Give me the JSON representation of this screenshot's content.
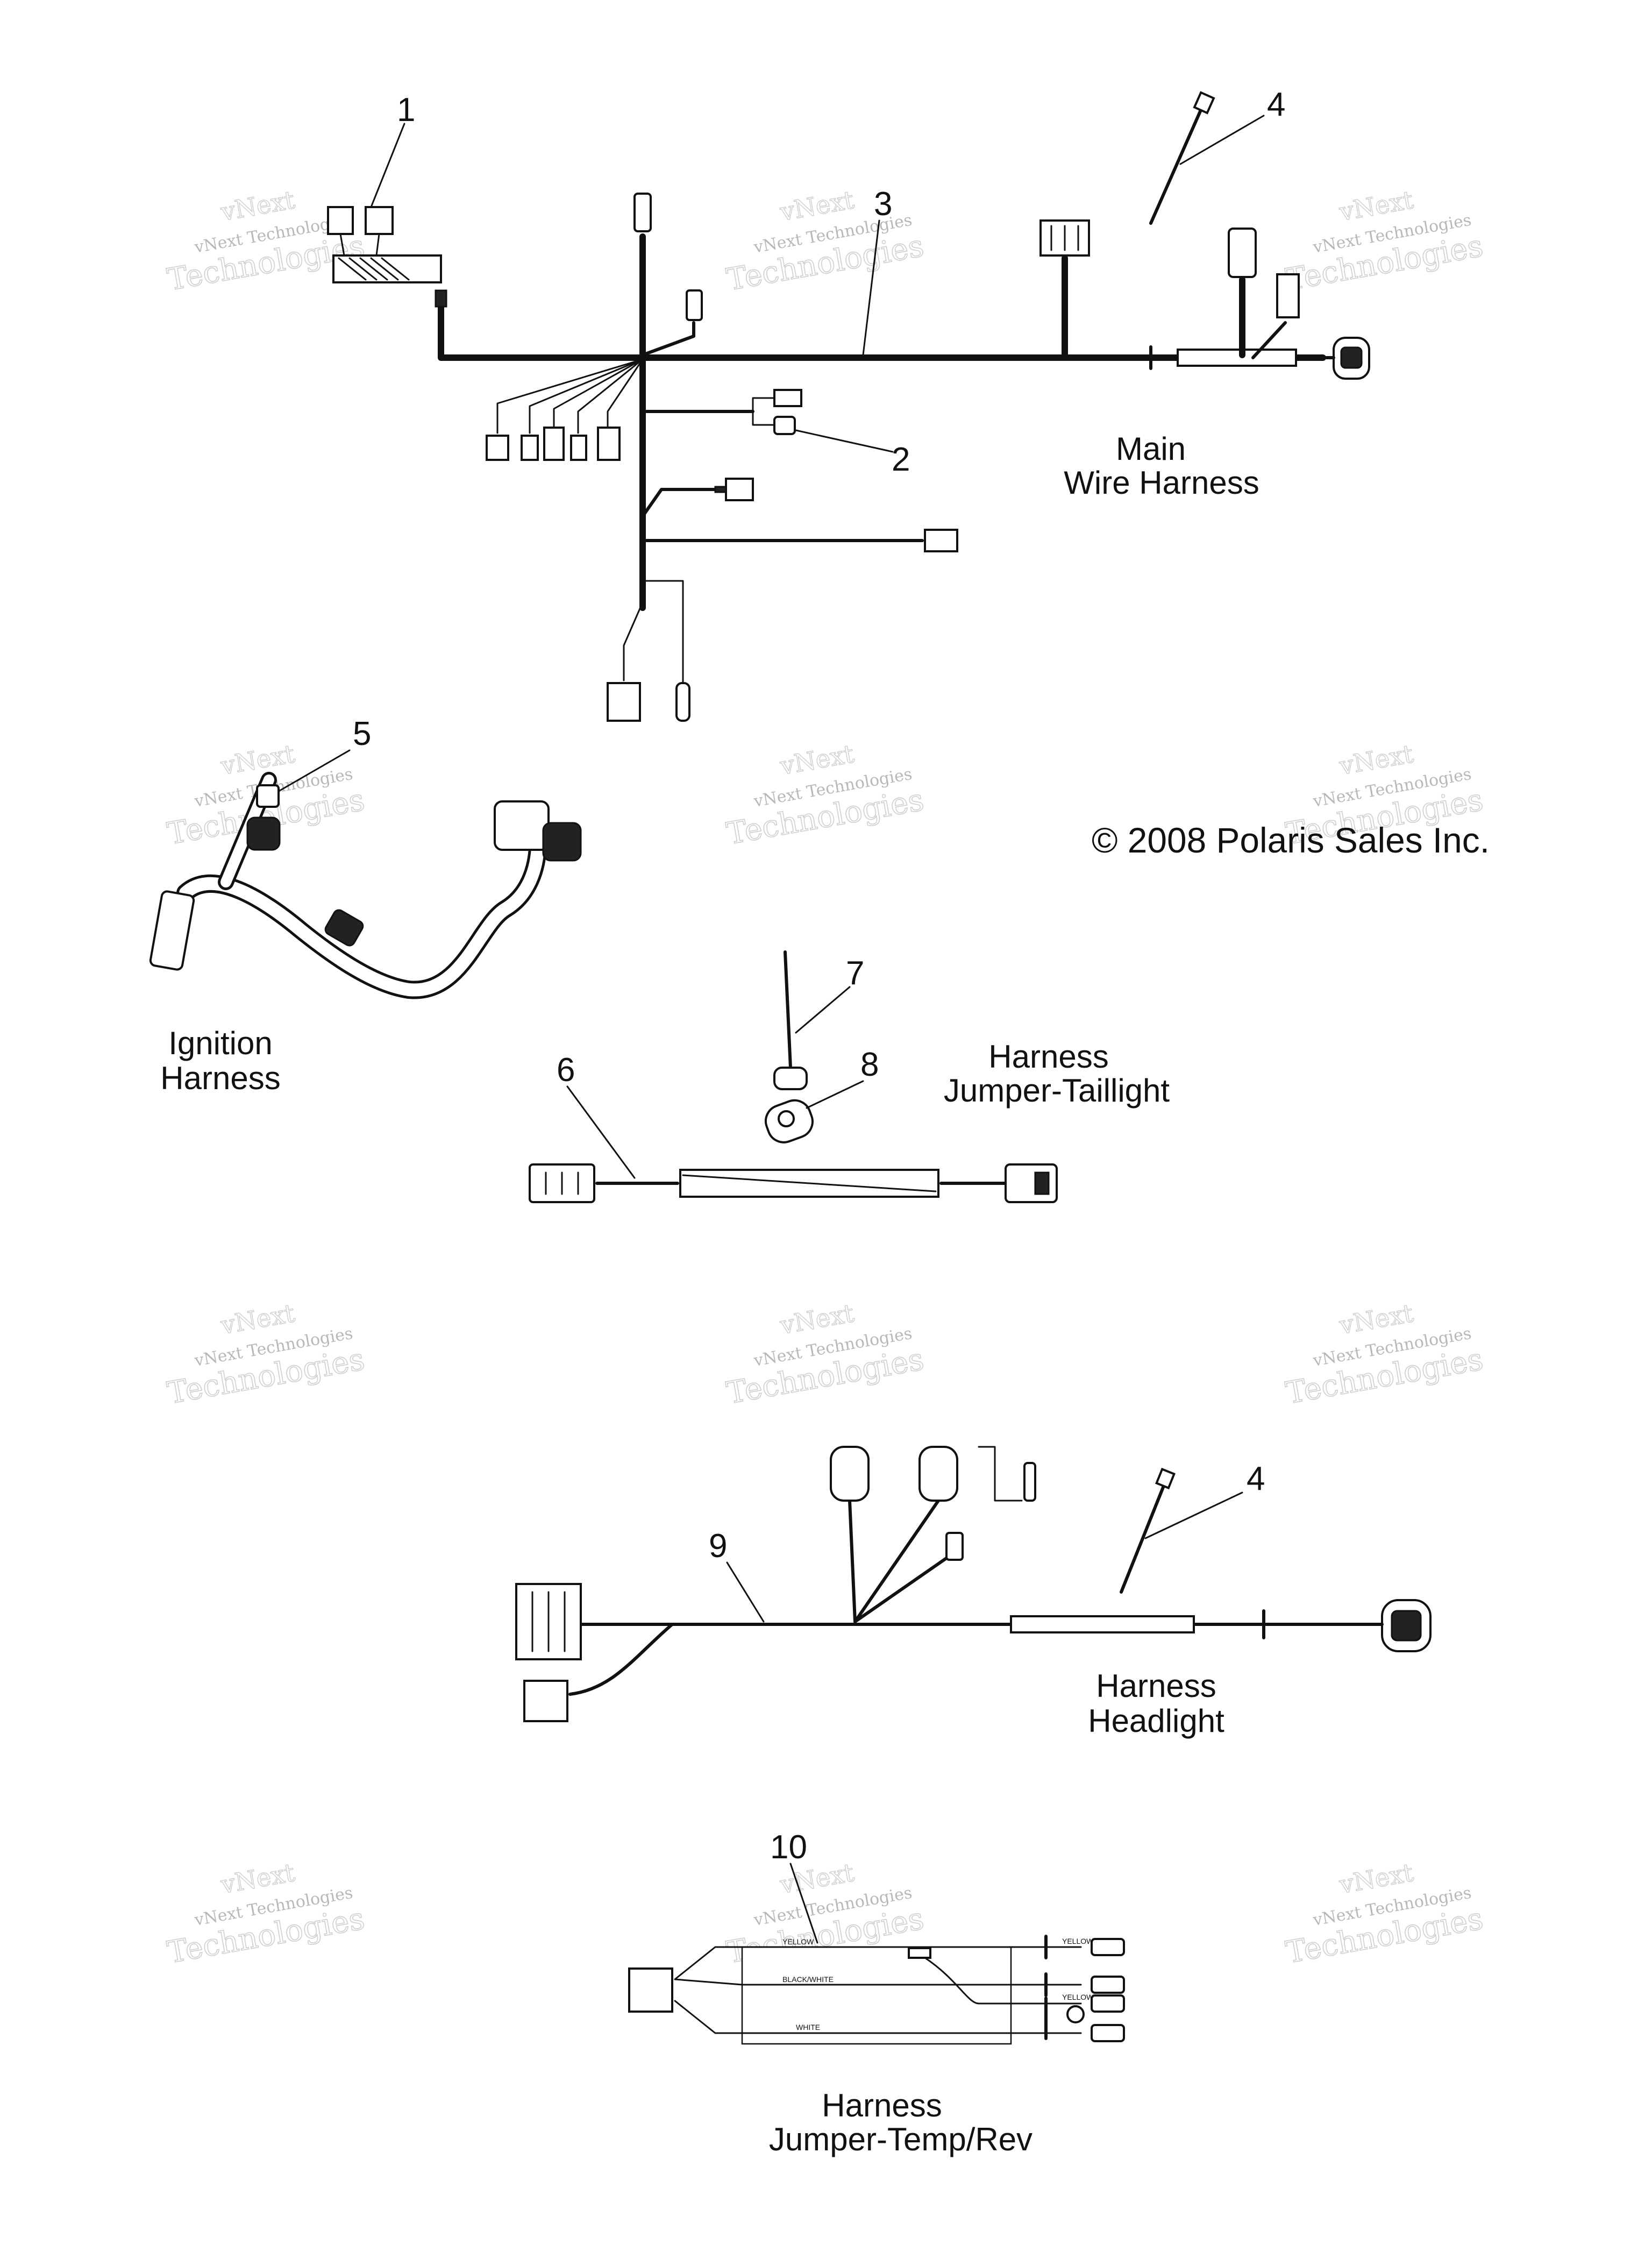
{
  "callouts": {
    "c1": "1",
    "c2": "2",
    "c3": "3",
    "c4a": "4",
    "c5": "5",
    "c6": "6",
    "c7": "7",
    "c8": "8",
    "c9": "9",
    "c4b": "4",
    "c10": "10"
  },
  "captions": {
    "main_line1": "Main",
    "main_line2": "Wire Harness",
    "ignition_line1": "Ignition",
    "ignition_line2": "Harness",
    "taillight_line1": "Harness",
    "taillight_line2": "Jumper-Taillight",
    "headlight_line1": "Harness",
    "headlight_line2": "Headlight",
    "temprev_line1": "Harness",
    "temprev_line2": "Jumper-Temp/Rev"
  },
  "copyright": "© 2008 Polaris Sales Inc.",
  "wire_labels": {
    "yellow_top": "YELLOW",
    "black_white": "BLACK/WHITE",
    "white": "WHITE",
    "yellow_r1": "YELLOW",
    "yellow_r2": "YELLOW"
  },
  "watermark": {
    "line0": "vNext",
    "line1": "vNext Technologies",
    "line2": "Technologies"
  }
}
